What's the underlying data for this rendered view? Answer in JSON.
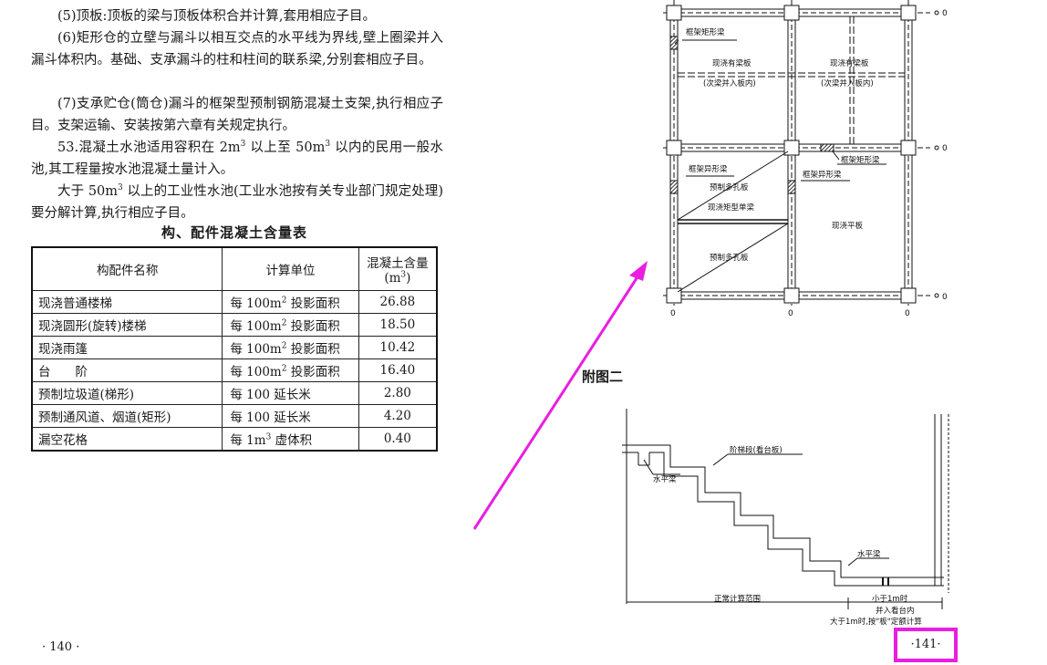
{
  "left_page": {
    "paragraphs": {
      "p5": "(5)顶板:顶板的梁与顶板体积合并计算,套用相应子目。",
      "p6": "(6)矩形仓的立壁与漏斗以相互交点的水平线为界线,壁上圈梁并入漏斗体积内。基础、支承漏斗的柱和柱间的联系梁,分别套相应子目。",
      "p7": "(7)支承贮仓(筒仓)漏斗的框架型预制钢筋混凝土支架,执行相应子目。支架运输、安装按第六章有关规定执行。",
      "p53_a": "53.混凝土水池适用容积在 2m",
      "p53_b": " 以上至 50m",
      "p53_c": " 以内的民用一般水池,其工程量按水池混凝土量计入。",
      "p54_a": "大于 50m",
      "p54_b": " 以上的工业性水池(工业水池按有关专业部门规定处理)要分解计算,执行相应子目。",
      "sup3": "3"
    },
    "table": {
      "title": "构、配件混凝土含量表",
      "headers": {
        "name": "构配件名称",
        "unit": "计算单位",
        "amount_a": "混凝土含量",
        "amount_b": "(m",
        "amount_c": ")"
      },
      "rows": [
        {
          "name": "现浇普通楼梯",
          "unit_a": "每 100m",
          "unit_b": " 投影面积",
          "sup": "2",
          "value": "26.88"
        },
        {
          "name": "现浇圆形(旋转)楼梯",
          "unit_a": "每 100m",
          "unit_b": " 投影面积",
          "sup": "2",
          "value": "18.50"
        },
        {
          "name": "现浇雨篷",
          "unit_a": "每 100m",
          "unit_b": " 投影面积",
          "sup": "2",
          "value": "10.42"
        },
        {
          "name": "台　　阶",
          "unit_a": "每 100m",
          "unit_b": " 投影面积",
          "sup": "2",
          "value": "16.40"
        },
        {
          "name": "预制垃圾道(梯形)",
          "unit_a": "每 100 延长米",
          "unit_b": "",
          "sup": "",
          "value": "2.80"
        },
        {
          "name": "预制通风道、烟道(矩形)",
          "unit_a": "每 100 延长米",
          "unit_b": "",
          "sup": "",
          "value": "4.20"
        },
        {
          "name": "漏空花格",
          "unit_a": "每 1m",
          "unit_b": " 虚体积",
          "sup": "3",
          "value": "0.40"
        }
      ]
    },
    "page_number": "· 140 ·"
  },
  "right_page": {
    "plan": {
      "labels": {
        "frame_rect_beam": "框架矩形梁",
        "castin_ribbed_slab": "现浇有梁板",
        "secondary_beam_note": "(次梁并入板内)",
        "frame_special_beam": "框架异形梁",
        "precast_hollow_slab": "预制多孔板",
        "castin_rect_single_beam": "现浇矩型单梁",
        "castin_flat_slab": "现浇平板"
      },
      "axis_zero": "0"
    },
    "figure_label": "附图二",
    "stair": {
      "labels": {
        "horizontal_beam": "水平梁",
        "stair_section": "阶梯段(看台板)",
        "normal_range": "正常计算范围",
        "less_than_1m": "小于1m时",
        "merge_into_stand": "并入看台内",
        "greater_than_1m": "大于1m时,按\"板\"定额计算"
      }
    },
    "page_number": "·141·"
  },
  "colors": {
    "annotation_magenta": "#e91ee0",
    "hatch": "#444444"
  }
}
